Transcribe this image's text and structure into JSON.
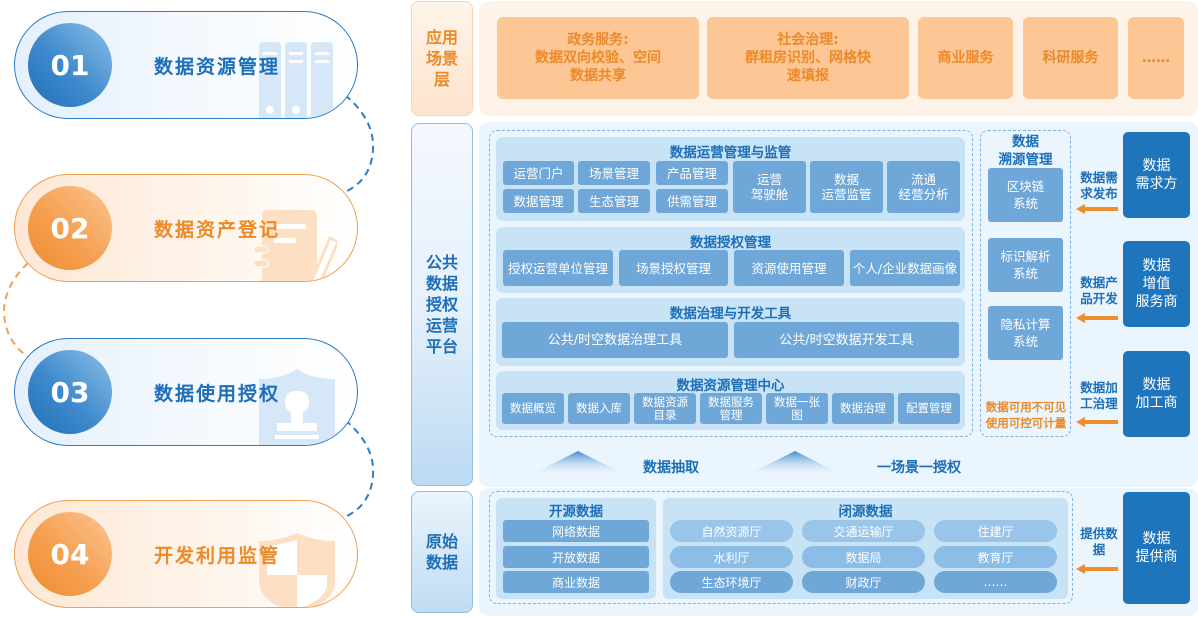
{
  "steps": [
    {
      "number": "01",
      "label": "数据资源管理",
      "theme": "blue",
      "icon": "binders-icon"
    },
    {
      "number": "02",
      "label": "数据资产登记",
      "theme": "orange",
      "icon": "notepad-pencil-icon"
    },
    {
      "number": "03",
      "label": "数据使用授权",
      "theme": "blue",
      "icon": "shield-stamp-icon"
    },
    {
      "number": "04",
      "label": "开发利用监管",
      "theme": "orange",
      "icon": "shield-check-icon"
    }
  ],
  "layers": {
    "app": "应用\n场景\n层",
    "platform": "公共\n数据\n授权\n运营\n平台",
    "raw": "原始\n数据"
  },
  "app_scenarios": [
    "政务服务:\n数据双向校验、空间\n数据共享",
    "社会治理:\n群租房识别、网格快\n速填报",
    "商业服务",
    "科研服务",
    "……"
  ],
  "platform": {
    "ops": {
      "title": "数据运营管理与监管",
      "small": [
        "运营门户",
        "场景管理",
        "产品管理",
        "数据管理",
        "生态管理",
        "供需管理"
      ],
      "large": [
        "运营\n驾驶舱",
        "数据\n运营监管",
        "流通\n经营分析"
      ]
    },
    "auth": {
      "title": "数据授权管理",
      "items": [
        "授权运营单位管理",
        "场景授权管理",
        "资源使用管理",
        "个人/企业数据画像"
      ]
    },
    "tools": {
      "title": "数据治理与开发工具",
      "items": [
        "公共/时空数据治理工具",
        "公共/时空数据开发工具"
      ]
    },
    "resource": {
      "title": "数据资源管理中心",
      "items": [
        "数据概览",
        "数据入库",
        "数据资源\n目录",
        "数据服务\n管理",
        "数据一张\n图",
        "数据治理",
        "配置管理"
      ]
    },
    "trace": {
      "title": "数据\n溯源管理",
      "items": [
        "区块链\n系统",
        "标识解析\n系统",
        "隐私计算\n系统"
      ],
      "note": "数据可用不可见\n使用可控可计量"
    },
    "actors": [
      {
        "flow": "数据需\n求发布",
        "name": "数据\n需求方"
      },
      {
        "flow": "数据产\n品开发",
        "name": "数据\n增值\n服务商"
      },
      {
        "flow": "数据加\n工治理",
        "name": "数据\n加工商"
      }
    ],
    "up_flows": [
      "数据抽取",
      "一场景一授权"
    ]
  },
  "raw": {
    "open": {
      "title": "开源数据",
      "items": [
        "网络数据",
        "开放数据",
        "商业数据"
      ]
    },
    "closed": {
      "title": "闭源数据",
      "items": [
        "自然资源厅",
        "交通运输厅",
        "住建厅",
        "水利厅",
        "数据局",
        "教育厅",
        "生态环境厅",
        "财政厅",
        "……"
      ]
    },
    "provider": {
      "flow": "提供数\n据",
      "name": "数据\n提供商"
    }
  },
  "colors": {
    "blue": "#1d6fb8",
    "orange": "#ec8a2a",
    "cell": "#6fa8d8",
    "actor": "#1e75bc"
  }
}
